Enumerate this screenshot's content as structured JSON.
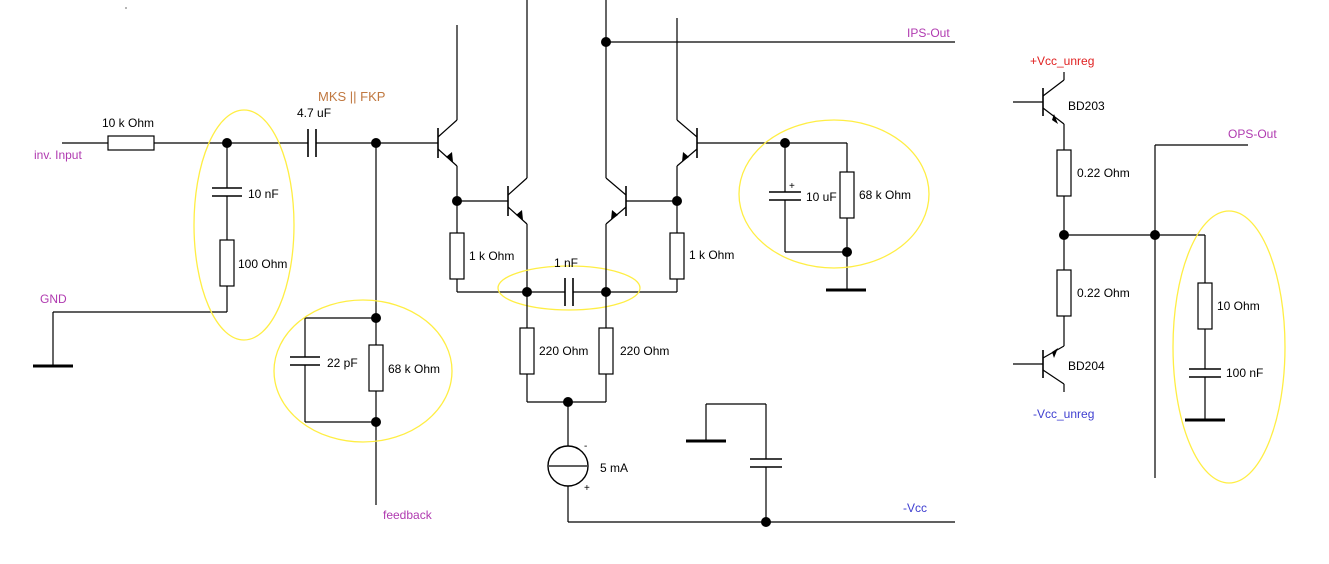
{
  "nets": {
    "inv_input": "inv. Input",
    "gnd": "GND",
    "feedback": "feedback",
    "ips_out": "IPS-Out",
    "neg_vcc": "-Vcc",
    "ops_out": "OPS-Out",
    "pos_vcc_unreg": "+Vcc_unreg",
    "neg_vcc_unreg": "-Vcc_unreg"
  },
  "components": {
    "r_input": "10 k Ohm",
    "c_input": "4.7 uF",
    "c_input_type": "MKS || FKP",
    "c_zobel_in": "10 nF",
    "r_zobel_in": "100  Ohm",
    "c_feedback": "22 pF",
    "r_feedback": "68 k Ohm",
    "r_emitter_left": "1 k Ohm",
    "r_emitter_right": "1 k Ohm",
    "c_bridge": "1 nF",
    "r_tail_left": "220  Ohm",
    "r_tail_right": "220  Ohm",
    "current_source": "5 mA",
    "c_bias": "10 uF",
    "r_bias": "68 k Ohm",
    "q_top": "BD203",
    "q_bottom": "BD204",
    "r_out_top": "0.22  Ohm",
    "r_out_bottom": "0.22  Ohm",
    "r_zobel_out": "10  Ohm",
    "c_zobel_out": "100 nF"
  },
  "polarity": {
    "plus": "+",
    "minus": "-"
  }
}
